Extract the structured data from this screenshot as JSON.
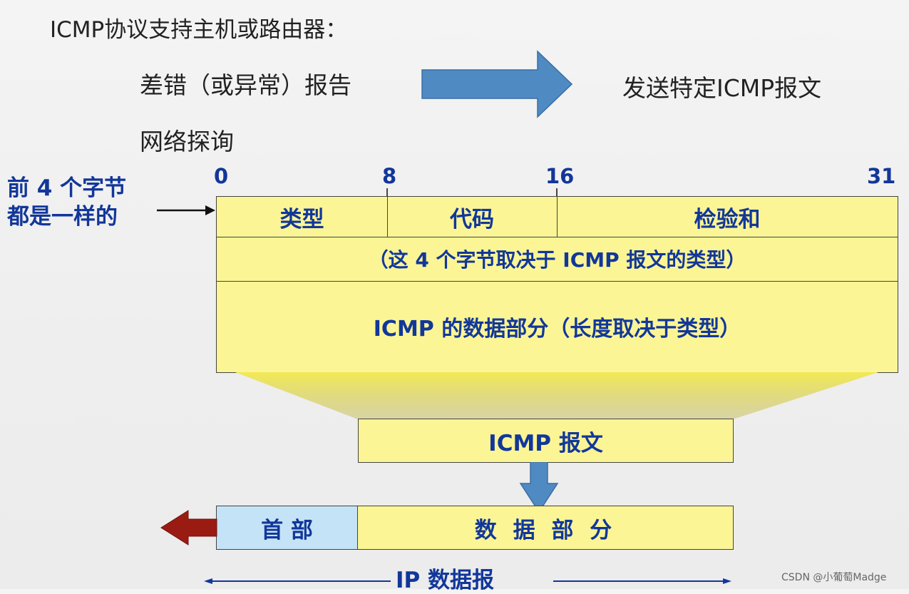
{
  "intro": {
    "heading": "ICMP协议支持主机或路由器：",
    "item1": "差错（或异常）报告",
    "item2": "网络探询",
    "result": "发送特定ICMP报文"
  },
  "header": {
    "side_note_line1": "前 4 个字节",
    "side_note_line2": "都是一样的",
    "bit_0": "0",
    "bit_8": "8",
    "bit_16": "16",
    "bit_31": "31",
    "field_type": "类型",
    "field_code": "代码",
    "field_checksum": "检验和",
    "row2": "（这 4 个字节取决于 ICMP 报文的类型）",
    "row3": "ICMP 的数据部分（长度取决于类型）"
  },
  "icmp_message": "ICMP 报文",
  "ip_datagram": {
    "header_label": "首  部",
    "data_label": "数 据 部 分",
    "label": "IP 数据报"
  },
  "watermark": "CSDN @小葡萄Madge",
  "colors": {
    "yellow": "#fbf595",
    "light_blue": "#c5e3f7",
    "dark_blue_text": "#12379a",
    "arrow_blue": "#4f8ac3",
    "arrow_red": "#9a1b12"
  }
}
